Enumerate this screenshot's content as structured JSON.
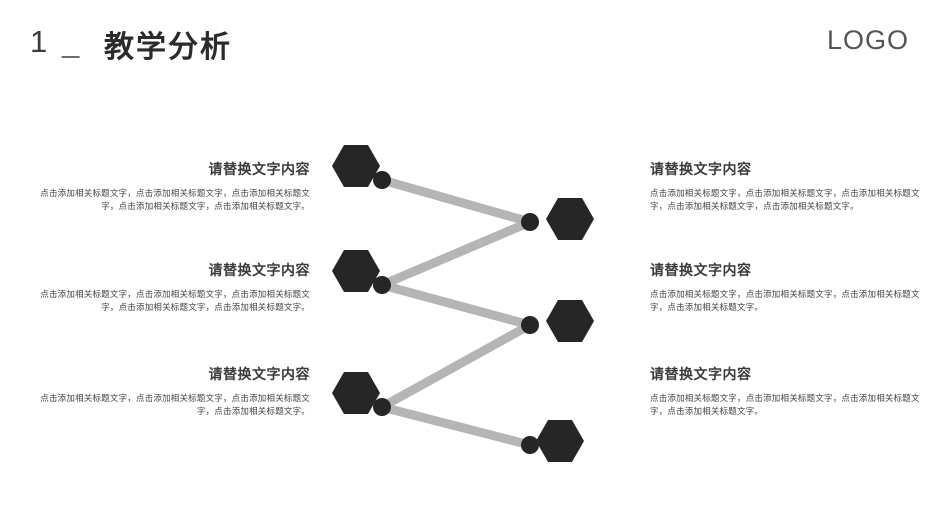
{
  "header": {
    "number": "1",
    "dash": "_",
    "title": "教学分析",
    "logo": "LOGO"
  },
  "blocks": [
    {
      "heading": "请替换文字内容",
      "body": "点击添加相关标题文字，点击添加相关标题文字，点击添加相关标题文字，点击添加相关标题文字，点击添加相关标题文字。"
    },
    {
      "heading": "请替换文字内容",
      "body": "点击添加相关标题文字，点击添加相关标题文字，点击添加相关标题文字，点击添加相关标题文字，点击添加相关标题文字。"
    },
    {
      "heading": "请替换文字内容",
      "body": "点击添加相关标题文字，点击添加相关标题文字，点击添加相关标题文字，点击添加相关标题文字。"
    },
    {
      "heading": "请替换文字内容",
      "body": "点击添加相关标题文字，点击添加相关标题文字，点击添加相关标题文字，点击添加相关标题文字，点击添加相关标题文字。"
    },
    {
      "heading": "请替换文字内容",
      "body": "点击添加相关标题文字，点击添加相关标题文字，点击添加相关标题文字，点击添加相关标题文字。"
    },
    {
      "heading": "请替换文字内容",
      "body": "点击添加相关标题文字，点击添加相关标题文字，点击添加相关标题文字，点击添加相关标题文字。"
    }
  ],
  "diagram": {
    "hex_color": "#262626",
    "dot_color": "#262626",
    "line_color": "#b5b5b5",
    "nodes": [
      {
        "id": "hex-left-1"
      },
      {
        "id": "hex-right-1"
      },
      {
        "id": "hex-left-2"
      },
      {
        "id": "hex-right-2"
      },
      {
        "id": "hex-left-3"
      },
      {
        "id": "hex-right-3"
      }
    ]
  }
}
